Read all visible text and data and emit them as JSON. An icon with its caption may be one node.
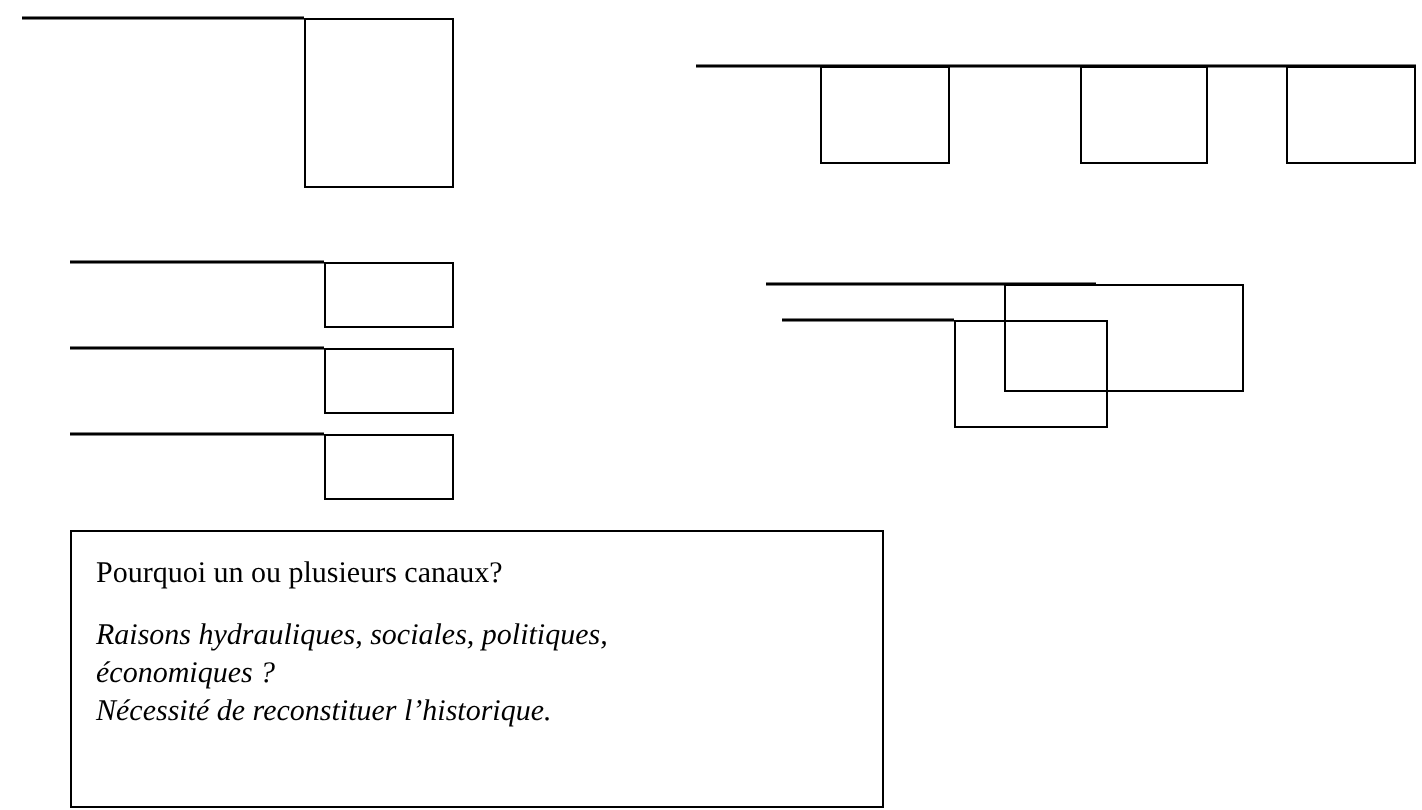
{
  "diagram": {
    "nodes": [
      {
        "text": [],
        "shape": "box"
      },
      {
        "text": [],
        "shape": "box"
      },
      {
        "text": [],
        "shape": "box"
      },
      {
        "text": [],
        "shape": "box"
      },
      {
        "text": [],
        "shape": "box"
      },
      {
        "text": [],
        "shape": "box"
      },
      {
        "text": [],
        "shape": "box"
      },
      {
        "text": [],
        "shape": "box"
      },
      {
        "text": [],
        "shape": "box"
      },
      {
        "text": [
          "Pourquoi un ou plusieurs canaux?",
          "Raisons hydrauliques, sociales, politiques, économiques ?",
          "Nécessité de reconstituer l’historique."
        ]
      }
    ]
  }
}
